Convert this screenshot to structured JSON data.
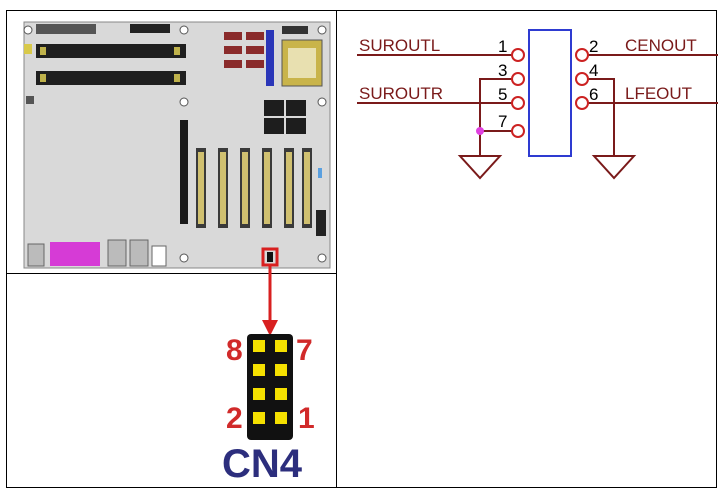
{
  "connector": {
    "name": "CN4",
    "pin_top_left": "8",
    "pin_top_right": "7",
    "pin_bottom_left": "2",
    "pin_bottom_right": "1"
  },
  "schematic": {
    "signals": {
      "pin1": "SUROUTL",
      "pin2": "CENOUT",
      "pin5": "SUROUTR",
      "pin6": "LFEOUT"
    },
    "pins": [
      "1",
      "2",
      "3",
      "4",
      "5",
      "6",
      "7"
    ]
  },
  "colors": {
    "wire_red": "#7a1a1a",
    "box_blue": "#2e3bd1",
    "pin_circle": "#cc2222",
    "junction": "#e040e0",
    "header_label": "#d12a2a",
    "connector_label": "#2c2e7d",
    "pin_yellow": "#f5e000",
    "arrow": "#d82020"
  },
  "icons": [
    "motherboard-image",
    "pin-header-icon",
    "ground-symbol-icon",
    "arrow-down-icon"
  ]
}
